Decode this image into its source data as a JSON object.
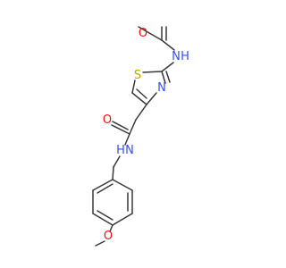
{
  "molecule": {
    "colors": {
      "bond": "#383838",
      "O": "#ff0d0d",
      "N": "#3050f8",
      "S": "#c8a000"
    },
    "atoms": {
      "o_acetyl": "O",
      "n_acetamido": "N",
      "h_acetamido": "H",
      "s_ring": "S",
      "n_ring": "N",
      "o_amide": "O",
      "n_amide": "N",
      "h_amide": "H",
      "o_methoxy": "O"
    }
  }
}
